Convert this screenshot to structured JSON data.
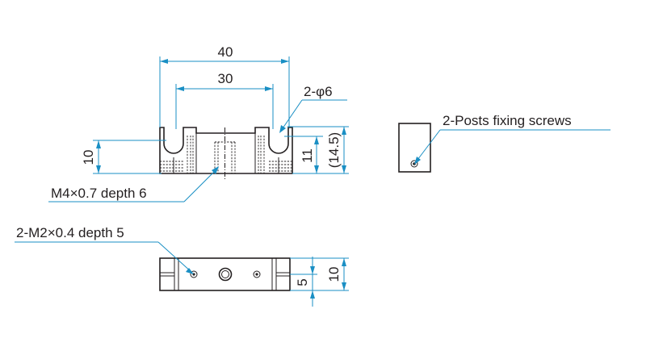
{
  "dimensions": {
    "front_width_outer": "40",
    "front_width_inner": "30",
    "hole_diameter": "2-φ6",
    "front_height_left": "10",
    "front_height_right": "11",
    "front_height_overall": "(14.5)",
    "bottom_height_half": "5",
    "bottom_height_full": "10"
  },
  "callouts": {
    "center_tap": "M4×0.7  depth 6",
    "side_taps": "2-M2×0.4  depth 5",
    "posts_screws": "2-Posts fixing screws"
  },
  "colors": {
    "dimension_lines": "#1a8fc4",
    "part_outline": "#231f20"
  }
}
